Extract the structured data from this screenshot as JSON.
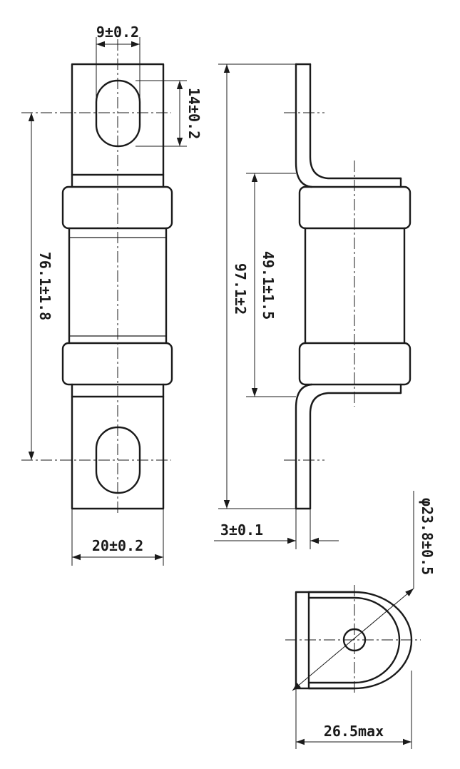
{
  "dimensions": {
    "slot_width": "9±0.2",
    "slot_length": "14±0.2",
    "mounting_centers": "76.1±1.8",
    "overall_length": "97.1±2",
    "body_length": "49.1±1.5",
    "tag_width": "20±0.2",
    "tag_thickness": "3±0.1",
    "body_diameter": "φ23.8±0.5",
    "end_view_width": "26.5max"
  },
  "colors": {
    "line": "#1a1a1a",
    "background": "#ffffff"
  }
}
